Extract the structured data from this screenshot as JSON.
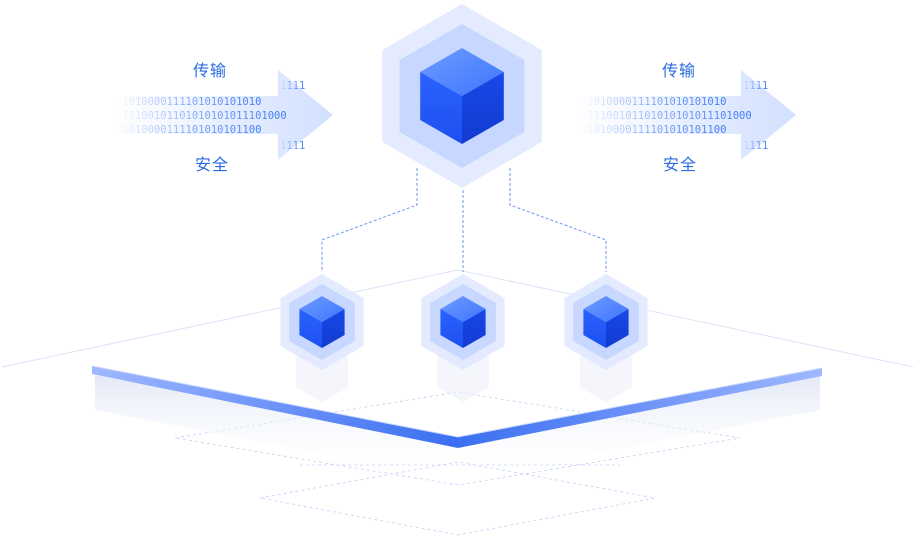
{
  "flows": [
    {
      "top_label": "传输",
      "bottom_label": "安全",
      "binary_rows": [
        "1111",
        "01010000111101010101010",
        "011100101101010101011101000",
        "01010000111101010101100",
        "1111"
      ]
    },
    {
      "top_label": "传输",
      "bottom_label": "安全",
      "binary_rows": [
        "1111",
        "01010000111101010101010",
        "011100101101010101011101000",
        "01010000111101010101100",
        "1111"
      ]
    }
  ],
  "colors": {
    "accent": "#2a6ae0",
    "cube_front": "#1f5cff",
    "cube_light": "#4d86ff",
    "hex_outer": "#c9d7ff",
    "hex_inner": "#a9c1ff",
    "platform": "#3a6ff0",
    "line": "#6f96ee"
  },
  "icons": {
    "main_node": "cube-icon",
    "child_nodes": [
      "cube-icon",
      "cube-icon",
      "cube-icon"
    ]
  }
}
